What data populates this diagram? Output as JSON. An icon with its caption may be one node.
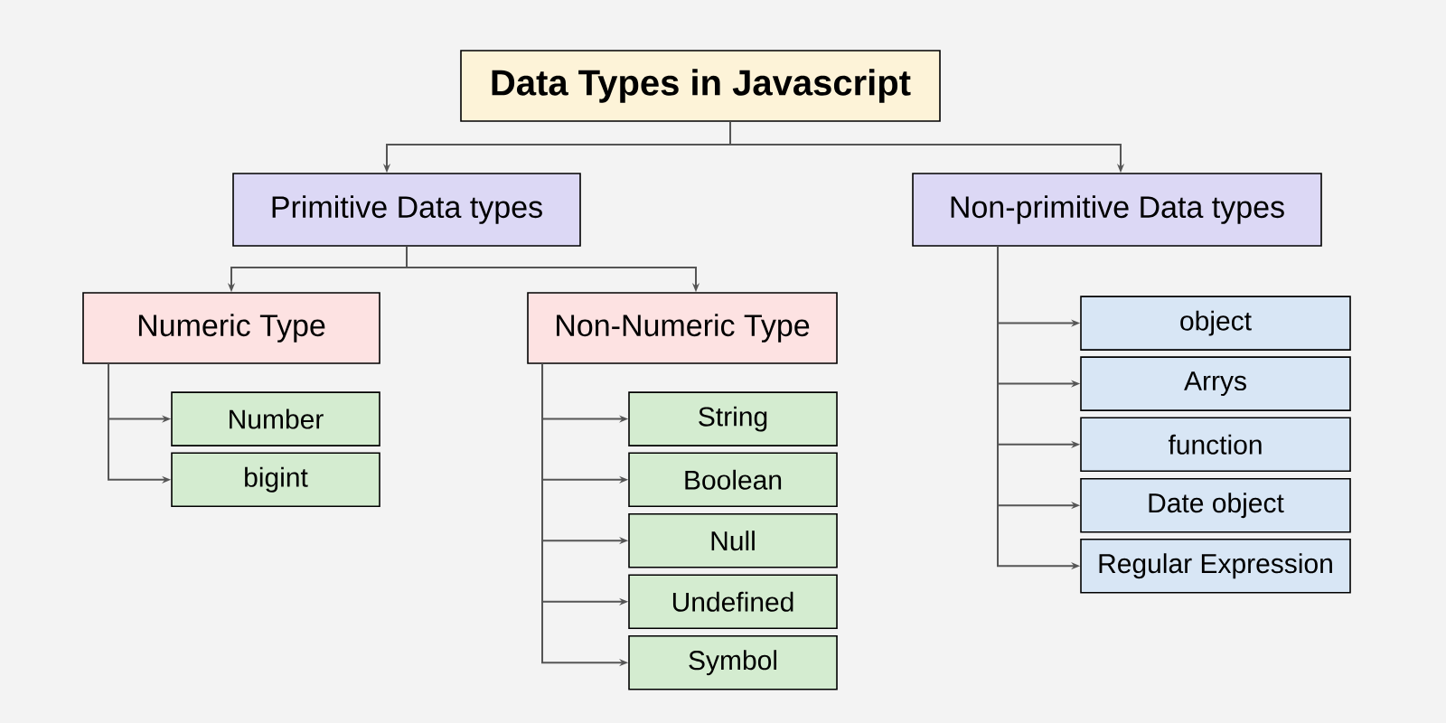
{
  "diagram": {
    "nodes": [
      {
        "text": [
          "Data Types in Javascript"
        ]
      },
      {
        "text": [
          "Primitive Data types"
        ]
      },
      {
        "text": [
          "Non-primitive Data types"
        ]
      },
      {
        "text": [
          "Numeric Type"
        ]
      },
      {
        "text": [
          "Non-Numeric Type"
        ]
      },
      {
        "text": [
          "Number"
        ]
      },
      {
        "text": [
          "bigint"
        ]
      },
      {
        "text": [
          "String"
        ]
      },
      {
        "text": [
          "Boolean"
        ]
      },
      {
        "text": [
          "Null"
        ]
      },
      {
        "text": [
          "Undefined"
        ]
      },
      {
        "text": [
          "Symbol"
        ]
      },
      {
        "text": [
          "object"
        ]
      },
      {
        "text": [
          "Arrys"
        ]
      },
      {
        "text": [
          "function"
        ]
      },
      {
        "text": [
          "Date object"
        ]
      },
      {
        "text": [
          "Regular Expression"
        ]
      }
    ],
    "edges": [
      {
        "from": 0,
        "to": 1,
        "arrow": "to"
      },
      {
        "from": 0,
        "to": 2,
        "arrow": "to"
      },
      {
        "from": 1,
        "to": 3,
        "arrow": "to"
      },
      {
        "from": 1,
        "to": 4,
        "arrow": "to"
      },
      {
        "from": 3,
        "to": 5,
        "arrow": "to"
      },
      {
        "from": 3,
        "to": 6,
        "arrow": "to"
      },
      {
        "from": 4,
        "to": 7,
        "arrow": "to"
      },
      {
        "from": 4,
        "to": 8,
        "arrow": "to"
      },
      {
        "from": 4,
        "to": 9,
        "arrow": "to"
      },
      {
        "from": 4,
        "to": 10,
        "arrow": "to"
      },
      {
        "from": 4,
        "to": 11,
        "arrow": "to"
      },
      {
        "from": 2,
        "to": 12,
        "arrow": "to"
      },
      {
        "from": 2,
        "to": 13,
        "arrow": "to"
      },
      {
        "from": 2,
        "to": 14,
        "arrow": "to"
      },
      {
        "from": 2,
        "to": 15,
        "arrow": "to"
      },
      {
        "from": 2,
        "to": 16,
        "arrow": "to"
      }
    ]
  }
}
